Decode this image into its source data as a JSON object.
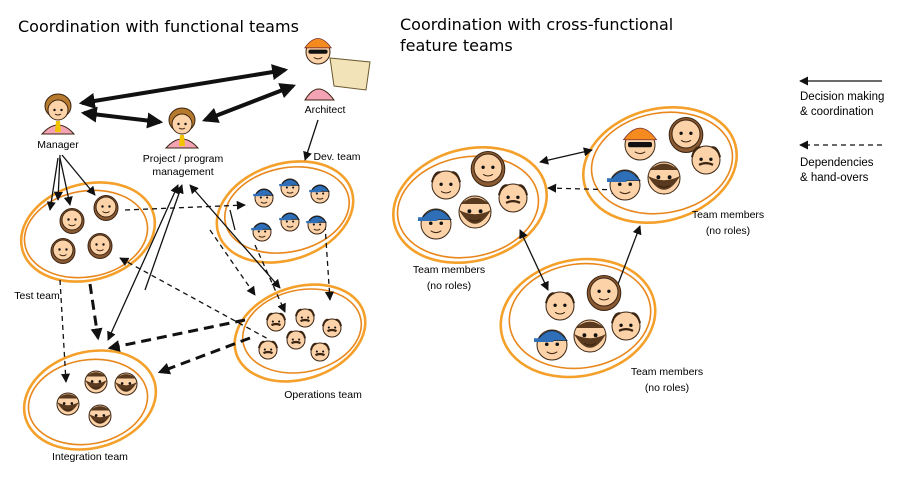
{
  "headings": {
    "functional": "Coordination with functional teams",
    "cross_functional_line1": "Coordination with cross-functional",
    "cross_functional_line2": "feature teams"
  },
  "roles": {
    "manager": "Manager",
    "project_line1": "Project / program",
    "project_line2": "management",
    "architect": "Architect",
    "dev_team": "Dev. team",
    "test_team": "Test team",
    "operations_team": "Operations team",
    "integration_team": "Integration team"
  },
  "feature_teams": {
    "team_members": "Team members",
    "no_roles": "(no roles)"
  },
  "legend": {
    "decision_line1": "Decision making",
    "decision_line2": "& coordination",
    "dependency_line1": "Dependencies",
    "dependency_line2": "& hand-overs"
  },
  "colors": {
    "ring": "#f4a02a",
    "skin": "#fcd2a8",
    "hair_brown": "#8a5a32",
    "cap_blue": "#2e6fb8",
    "helmet_orange": "#f58a1f",
    "arrow": "#111111"
  }
}
